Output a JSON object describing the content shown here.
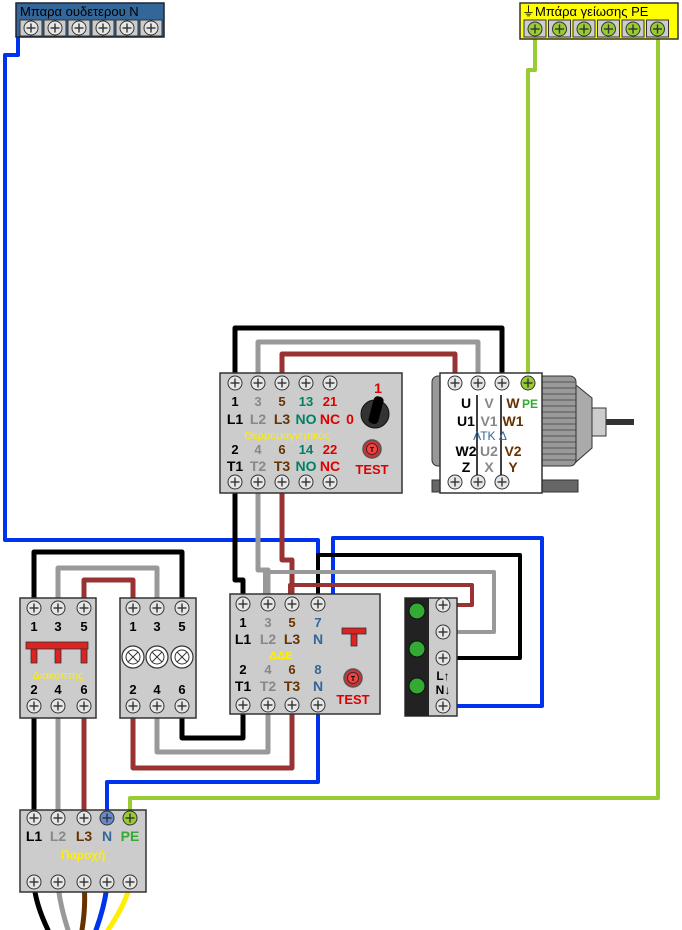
{
  "title": "Wiring diagram – motor with thermal-magnetic breaker and RCD",
  "colors": {
    "neutral": "#0033ee",
    "earth": "#99cc33",
    "black": "#000000",
    "grey": "#999999",
    "brown": "#993333",
    "phase_l1_label": "#000000",
    "phase_l2_label": "#888888",
    "phase_l3_label": "#663300",
    "neutral_label": "#336699",
    "no_label": "#008066",
    "nc_label": "#dd0000",
    "yellow_label": "#ffee00",
    "device_bg": "#cccccc"
  },
  "neutral_bar": {
    "label": "Μπαρα ουδετερου N",
    "terminals": 6,
    "color": "#336699"
  },
  "earth_bar": {
    "label": "⏚Μπάρα γείωσης PE",
    "terminals": 6,
    "color": "#ffff00"
  },
  "thermal_breaker": {
    "name": "Θερμομαγνητικός",
    "top_numbers": [
      "1",
      "3",
      "5",
      "13",
      "21"
    ],
    "top_labels": [
      "L1",
      "L2",
      "L3",
      "NO",
      "NC"
    ],
    "bottom_numbers": [
      "2",
      "4",
      "6",
      "14",
      "22"
    ],
    "bottom_labels": [
      "T1",
      "T2",
      "T3",
      "NO",
      "NC"
    ],
    "switch_on": "1",
    "switch_off": "0",
    "test_label": "TEST",
    "test_icon": "T"
  },
  "motor": {
    "top_row": [
      "U",
      "V",
      "W"
    ],
    "pe": "PE",
    "row2": [
      "U1",
      "V1",
      "W1"
    ],
    "connection": "ATK Δ",
    "row3": [
      "W2",
      "U2",
      "V2"
    ],
    "row4": [
      "Z",
      "X",
      "Y"
    ]
  },
  "switch": {
    "name": "Διακόπτης",
    "top": [
      "1",
      "3",
      "5"
    ],
    "bottom": [
      "2",
      "4",
      "6"
    ]
  },
  "fuses": {
    "top": [
      "1",
      "3",
      "5"
    ],
    "bottom": [
      "2",
      "4",
      "6"
    ]
  },
  "rcd": {
    "name": "ΔΔΕ",
    "top_numbers": [
      "1",
      "3",
      "5",
      "7"
    ],
    "top_labels": [
      "L1",
      "L2",
      "L3",
      "N"
    ],
    "bottom_numbers": [
      "2",
      "4",
      "6",
      "8"
    ],
    "bottom_labels": [
      "T1",
      "T2",
      "T3",
      "N"
    ],
    "test_label": "TEST",
    "test_icon": "T"
  },
  "pilot_lights": {
    "label_l": "L↑",
    "label_n": "N↓"
  },
  "supply": {
    "name": "Παροχή",
    "labels": [
      "L1",
      "L2",
      "L3",
      "N",
      "PE"
    ]
  }
}
